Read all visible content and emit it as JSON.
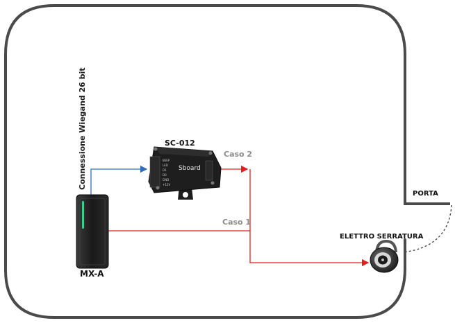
{
  "labels": {
    "wiegand": "Connessione Wiegand 26 bit",
    "controller": "SC-012",
    "controller_brand": "Sboard",
    "reader": "MX-A",
    "case1": "Caso 1",
    "case2": "Caso 2",
    "door": "PORTA",
    "lock": "ELETTRO SERRATURA",
    "pins": [
      "BEEP",
      "LED",
      "D1",
      "D0",
      "GND",
      "+12V"
    ]
  },
  "colors": {
    "wall": "#4a4a4a",
    "wiegand_line": "#2f6fb5",
    "power_line": "#e02020",
    "case_label": "#8c8c8c",
    "device_body": "#1e1e1e",
    "reader_led": "#3bd18a"
  }
}
